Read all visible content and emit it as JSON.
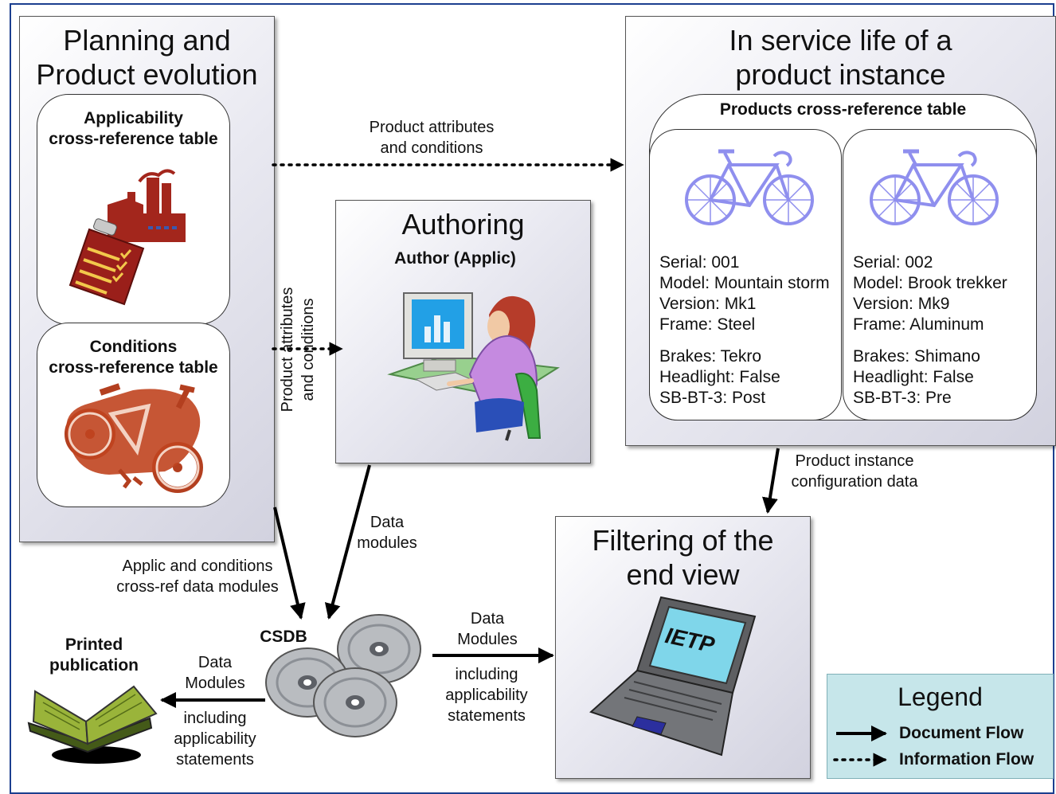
{
  "planning": {
    "title_line1": "Planning and",
    "title_line2": "Product evolution",
    "applic_table_line1": "Applicability",
    "applic_table_line2": "cross-reference table",
    "cond_table_line1": "Conditions",
    "cond_table_line2": "cross-reference table"
  },
  "authoring": {
    "title": "Authoring",
    "subtitle": "Author (Applic)"
  },
  "service": {
    "title_line1": "In service life of a",
    "title_line2": "product instance",
    "table_title": "Products cross-reference table",
    "products": [
      {
        "serial": "Serial: 001",
        "model": "Model: Mountain storm",
        "version": "Version: Mk1",
        "frame": "Frame: Steel",
        "brakes": "Brakes: Tekro",
        "headlight": "Headlight: False",
        "sb": "SB-BT-3: Post"
      },
      {
        "serial": "Serial: 002",
        "model": "Model: Brook trekker",
        "version": "Version: Mk9",
        "frame": "Frame: Aluminum",
        "brakes": "Brakes: Shimano",
        "headlight": "Headlight: False",
        "sb": "SB-BT-3: Pre"
      }
    ]
  },
  "filtering": {
    "title_line1": "Filtering of the",
    "title_line2": "end view",
    "screen_label": "IETP"
  },
  "csdb": {
    "label": "CSDB"
  },
  "printed": {
    "line1": "Printed",
    "line2": "publication"
  },
  "flows": {
    "top_line1": "Product attributes",
    "top_line2": "and conditions",
    "mid_line1": "Product attributes",
    "mid_line2": "and conditions",
    "instance_line1": "Product instance",
    "instance_line2": "configuration data",
    "author_dm_line1": "Data",
    "author_dm_line2": "modules",
    "applic_dm_line1": "Applic and conditions",
    "applic_dm_line2": "cross-ref data modules",
    "right_dm_line1": "Data",
    "right_dm_line2": "Modules",
    "right_incl_line1": "including",
    "right_incl_line2": "applicability",
    "right_incl_line3": "statements",
    "left_dm_line1": "Data",
    "left_dm_line2": "Modules",
    "left_incl_line1": "including",
    "left_incl_line2": "applicability",
    "left_incl_line3": "statements"
  },
  "legend": {
    "title": "Legend",
    "document_flow": "Document Flow",
    "information_flow": "Information Flow"
  },
  "colors": {
    "frame": "#1c3f8f",
    "bike": "#8f8fee",
    "rust": "#b33f1f",
    "legend_bg": "#c6e6ea"
  }
}
